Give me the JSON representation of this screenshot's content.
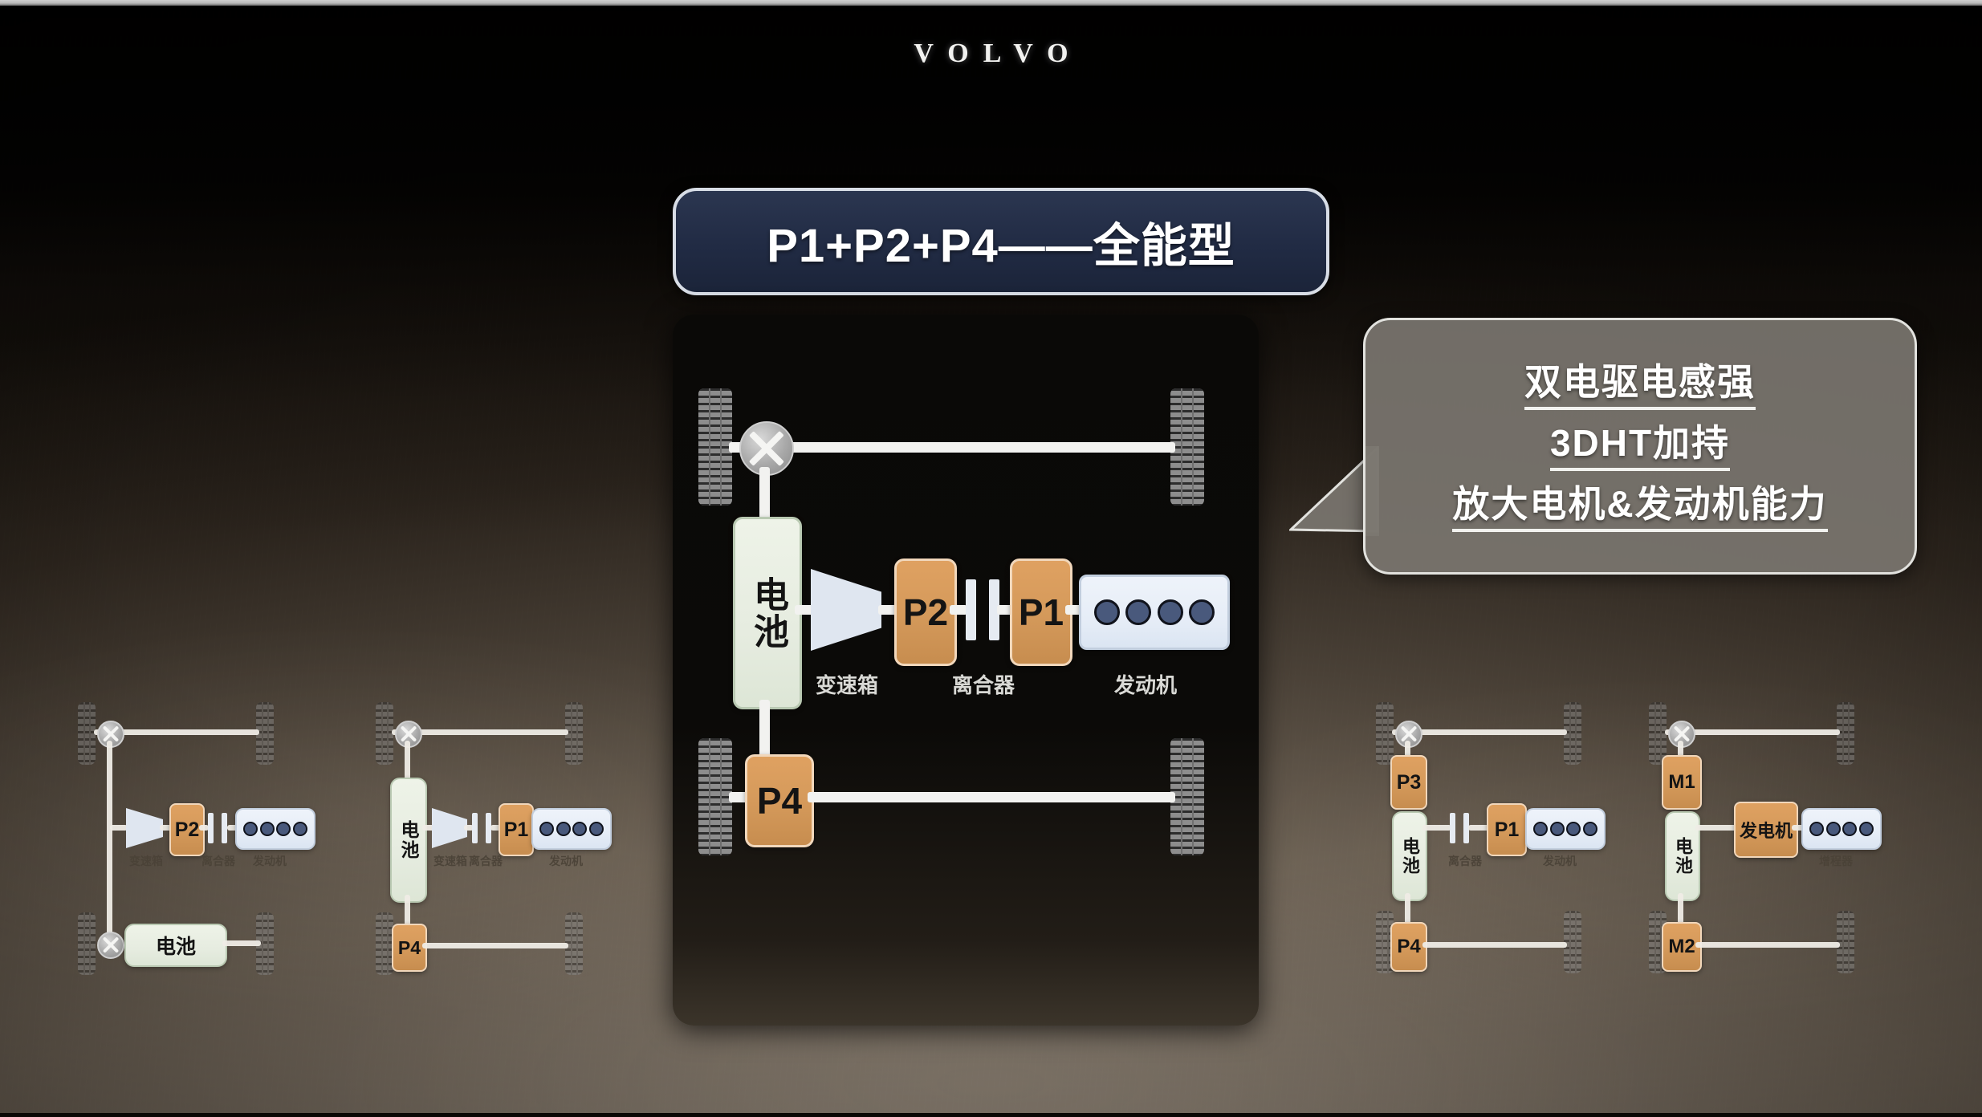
{
  "brand": {
    "wordmark": "VOLVO"
  },
  "title_banner": {
    "text": "P1+P2+P4——全能型"
  },
  "callout": {
    "lines": [
      "双电驱电感强",
      "3DHT加持",
      "放大电机&发动机能力"
    ],
    "tail_direction": "left"
  },
  "labels": {
    "battery": "电池",
    "transmission": "变速箱",
    "clutch": "离合器",
    "engine": "发动机",
    "generator": "发电机",
    "range_extender": "增程器"
  },
  "main_diagram": {
    "highlighted": true,
    "panel_color": "#0a0907",
    "front_axle": {
      "differential": true,
      "wheels": 2
    },
    "rear_axle": {
      "differential": false,
      "wheels": 2
    },
    "battery_label": "电池",
    "motors": [
      "P2",
      "P1",
      "P4"
    ],
    "component_labels": [
      "变速箱",
      "离合器",
      "发动机"
    ],
    "engine_cylinders": 4
  },
  "mini_diagrams": [
    {
      "id": "p2-layout",
      "motors": [
        "P2"
      ],
      "battery_label": "电池",
      "component_labels": [
        "变速箱",
        "离合器",
        "发动机"
      ],
      "engine_cylinders": 4,
      "differentials": 2
    },
    {
      "id": "p1-p4-layout",
      "motors": [
        "P1",
        "P4"
      ],
      "battery_label": "电池",
      "component_labels": [
        "变速箱",
        "离合器",
        "发动机"
      ],
      "engine_cylinders": 4,
      "differentials": 1
    },
    {
      "id": "p3-p1-p4-layout",
      "motors": [
        "P3",
        "P1",
        "P4"
      ],
      "battery_label": "电池",
      "component_labels": [
        "离合器",
        "发动机"
      ],
      "engine_cylinders": 4,
      "differentials": 1
    },
    {
      "id": "m1-m2-rex-layout",
      "motors": [
        "M1",
        "M2"
      ],
      "battery_label": "电池",
      "generator_label": "发电机",
      "component_labels": [
        "增程器"
      ],
      "engine_cylinders": 4,
      "differentials": 1
    }
  ],
  "colors": {
    "motor_orange": "#d59a5b",
    "battery_green": "#e6ece0",
    "engine_blue": "#e6edf7",
    "cylinder_navy": "#49597c",
    "banner_navy": "#212b44",
    "callout_gray": "#7c7871",
    "shaft_white": "#f2f2f0"
  }
}
